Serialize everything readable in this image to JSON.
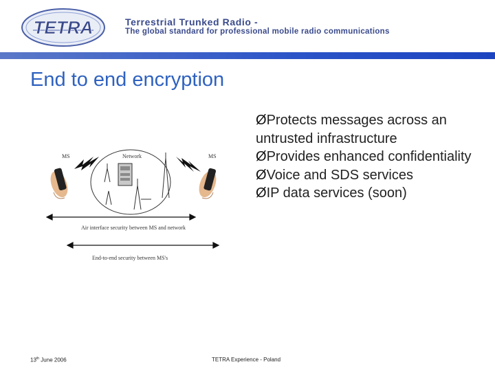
{
  "header": {
    "logo_text": "TETRA",
    "title": "Terrestrial Trunked Radio -",
    "subtitle": "The global standard for professional mobile radio communications"
  },
  "slide": {
    "title": "End to end encryption"
  },
  "diagram": {
    "ms_left": "MS",
    "network": "Network",
    "ms_right": "MS",
    "air_interface": "Air interface security between MS and network",
    "end_to_end": "End-to-end security between MS's"
  },
  "bullets": [
    {
      "marker": "Ø",
      "text": "Protects messages across an untrusted infrastructure"
    },
    {
      "marker": "Ø",
      "text": "Provides enhanced confidentiality"
    },
    {
      "marker": "Ø",
      "text": "Voice and SDS services"
    },
    {
      "marker": "Ø",
      "text": "IP data services (soon)"
    }
  ],
  "footer": {
    "date_day": "13",
    "date_suffix": "th",
    "date_rest": " June 2006",
    "center": "TETRA Experience - Poland"
  },
  "colors": {
    "accent_blue": "#2f62c0",
    "header_text": "#3a4a8c",
    "bar_blue": "#2b54c8"
  }
}
